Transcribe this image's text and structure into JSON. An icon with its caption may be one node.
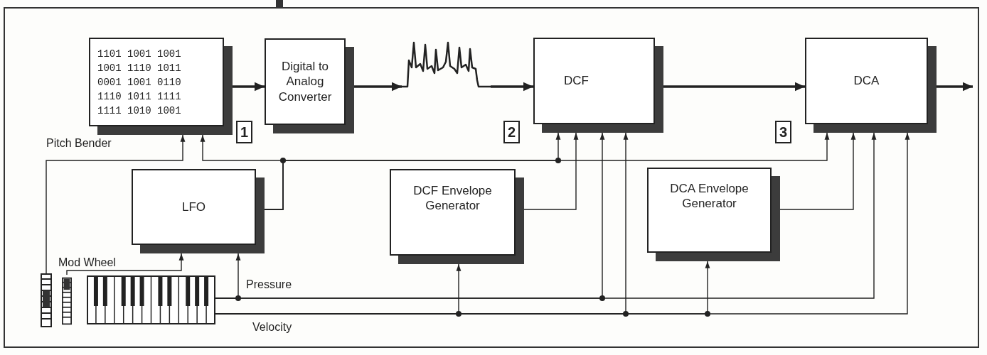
{
  "diagram": {
    "nodes": [
      {
        "text": [
          "1101 1001 1001",
          "1001 1110 1011",
          "0001 1001 0110",
          "1110 1011 1111",
          "1111 1010 1001"
        ]
      },
      {
        "text": [
          "Digital to Analog Converter"
        ]
      },
      {
        "text": [],
        "shape": "picture"
      },
      {
        "text": [
          "DCF"
        ]
      },
      {
        "text": [
          "DCA"
        ]
      },
      {
        "text": [
          "LFO"
        ]
      },
      {
        "text": [
          "DCF Envelope Generator"
        ]
      },
      {
        "text": [
          "DCA Envelope Generator"
        ]
      },
      {
        "text": [],
        "shape": "picture"
      },
      {
        "text": [],
        "shape": "picture"
      },
      {
        "text": [],
        "shape": "picture"
      }
    ],
    "edges": [
      {
        "from": 0,
        "to": 1,
        "arrow": "to",
        "style": "thick"
      },
      {
        "from": 1,
        "to": 2,
        "arrow": "to",
        "style": "thick"
      },
      {
        "from": 2,
        "to": 3,
        "arrow": "to",
        "style": "thick"
      },
      {
        "from": 3,
        "to": 4,
        "arrow": "to",
        "style": "thick"
      },
      {
        "from": 4,
        "to": null,
        "arrow": "to",
        "style": "thick"
      },
      {
        "from": 8,
        "to": 0,
        "arrow": "to"
      },
      {
        "from": 5,
        "to": 0,
        "arrow": "to"
      },
      {
        "from": 5,
        "to": 3,
        "arrow": "to"
      },
      {
        "from": 5,
        "to": 4,
        "arrow": "to"
      },
      {
        "from": 6,
        "to": 3,
        "arrow": "to"
      },
      {
        "from": 7,
        "to": 4,
        "arrow": "to"
      },
      {
        "from": 9,
        "to": 5,
        "arrow": "to"
      },
      {
        "from": 10,
        "to": 5,
        "arrow": "to"
      },
      {
        "from": 10,
        "to": 3,
        "arrow": "to"
      },
      {
        "from": 10,
        "to": 4,
        "arrow": "to"
      },
      {
        "from": 10,
        "to": 6,
        "arrow": "to"
      },
      {
        "from": 10,
        "to": 3,
        "arrow": "to"
      },
      {
        "from": 10,
        "to": 7,
        "arrow": "to"
      },
      {
        "from": 10,
        "to": 4,
        "arrow": "to"
      }
    ],
    "labels": [
      "1",
      "2",
      "3",
      "Pitch Bender",
      "Mod Wheel",
      "Pressure",
      "Velocity"
    ]
  }
}
